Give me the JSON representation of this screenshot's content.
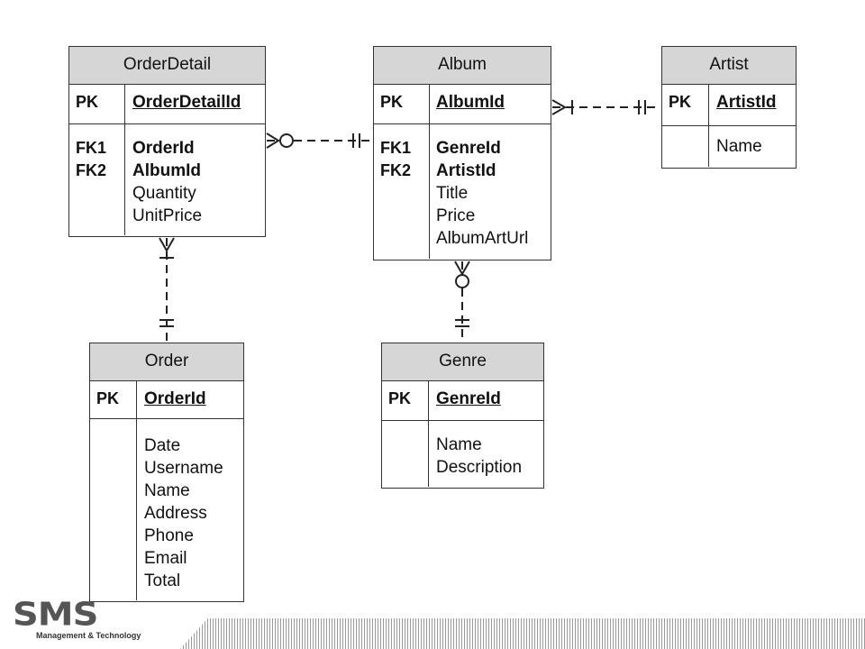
{
  "entities": {
    "orderdetail": {
      "name": "OrderDetail",
      "pk_key": "PK",
      "pk_field": "OrderDetailId",
      "fk_keys": [
        "FK1",
        "FK2"
      ],
      "fk_fields": [
        "OrderId",
        "AlbumId"
      ],
      "fields": [
        "Quantity",
        "UnitPrice"
      ]
    },
    "album": {
      "name": "Album",
      "pk_key": "PK",
      "pk_field": "AlbumId",
      "fk_keys": [
        "FK1",
        "FK2"
      ],
      "fk_fields": [
        "GenreId",
        "ArtistId"
      ],
      "fields": [
        "Title",
        "Price",
        "AlbumArtUrl"
      ]
    },
    "artist": {
      "name": "Artist",
      "pk_key": "PK",
      "pk_field": "ArtistId",
      "fields": [
        "Name"
      ]
    },
    "order": {
      "name": "Order",
      "pk_key": "PK",
      "pk_field": "OrderId",
      "fields": [
        "Date",
        "Username",
        "Name",
        "Address",
        "Phone",
        "Email",
        "Total"
      ]
    },
    "genre": {
      "name": "Genre",
      "pk_key": "PK",
      "pk_field": "GenreId",
      "fields": [
        "Name",
        "Description"
      ]
    }
  },
  "relationships": [
    {
      "from": "Album",
      "to": "OrderDetail",
      "from_cardinality": "one-and-only-one",
      "to_cardinality": "zero-or-many"
    },
    {
      "from": "Artist",
      "to": "Album",
      "from_cardinality": "one-and-only-one",
      "to_cardinality": "one-or-many"
    },
    {
      "from": "Order",
      "to": "OrderDetail",
      "from_cardinality": "one-and-only-one",
      "to_cardinality": "one-or-many"
    },
    {
      "from": "Genre",
      "to": "Album",
      "from_cardinality": "one-and-only-one",
      "to_cardinality": "zero-or-many"
    }
  ],
  "logo": {
    "brand": "SMS",
    "tagline": "Management & Technology"
  }
}
